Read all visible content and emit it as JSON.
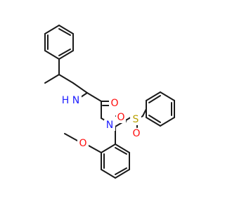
{
  "atom_labels": {
    "amide_n": "N",
    "amide_h": "H",
    "carbonyl_o": "O",
    "sulfonamide_n": "N",
    "sulfur": "S",
    "sulfonyl_o_left": "O",
    "sulfonyl_o_right": "O",
    "ether_o": "O"
  },
  "colors": {
    "bond": "#1a1a1a",
    "nitrogen": "#2020ff",
    "oxygen": "#ff0d0d",
    "sulfur": "#b8a000",
    "carbon_label": "#1a1a1a"
  }
}
